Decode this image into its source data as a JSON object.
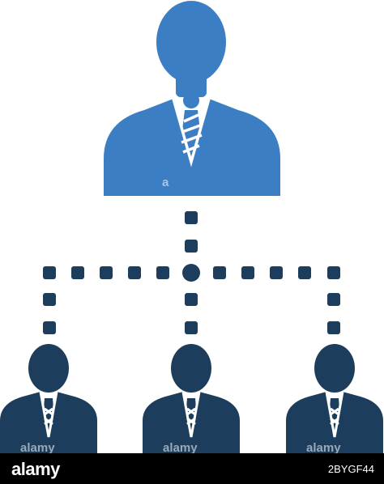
{
  "colors": {
    "manager": "#3c7ec3",
    "staff": "#1c3e5c",
    "connector": "#1c3e5c",
    "background": "#ffffff",
    "footer": "#000000"
  },
  "icons": {
    "manager": "businessman-icon",
    "staff": "businessman-icon",
    "connector": "dotted-hierarchy-lines"
  },
  "watermark": "alamy",
  "footer": {
    "logo": "alamy",
    "image_id": "2BYGF44"
  }
}
